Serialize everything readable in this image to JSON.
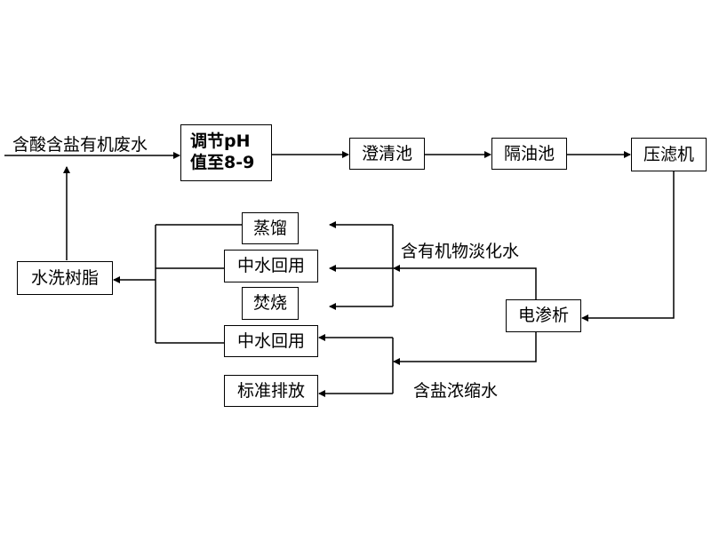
{
  "diagram": {
    "input_label": "含酸含盐有机废水",
    "nodes": {
      "adjust_ph": [
        "调节pH",
        "值至8-9"
      ],
      "clarifier": "澄清池",
      "oil_separator": "隔油池",
      "filter_press": "压滤机",
      "electrodialysis": "电渗析",
      "resin_wash": "水洗树脂",
      "distillation": "蒸馏",
      "reuse_1": "中水回用",
      "incineration": "焚烧",
      "reuse_2": "中水回用",
      "discharge": "标准排放"
    },
    "edge_labels": {
      "dilute": "含有机物淡化水",
      "concentrate": "含盐浓缩水"
    }
  }
}
